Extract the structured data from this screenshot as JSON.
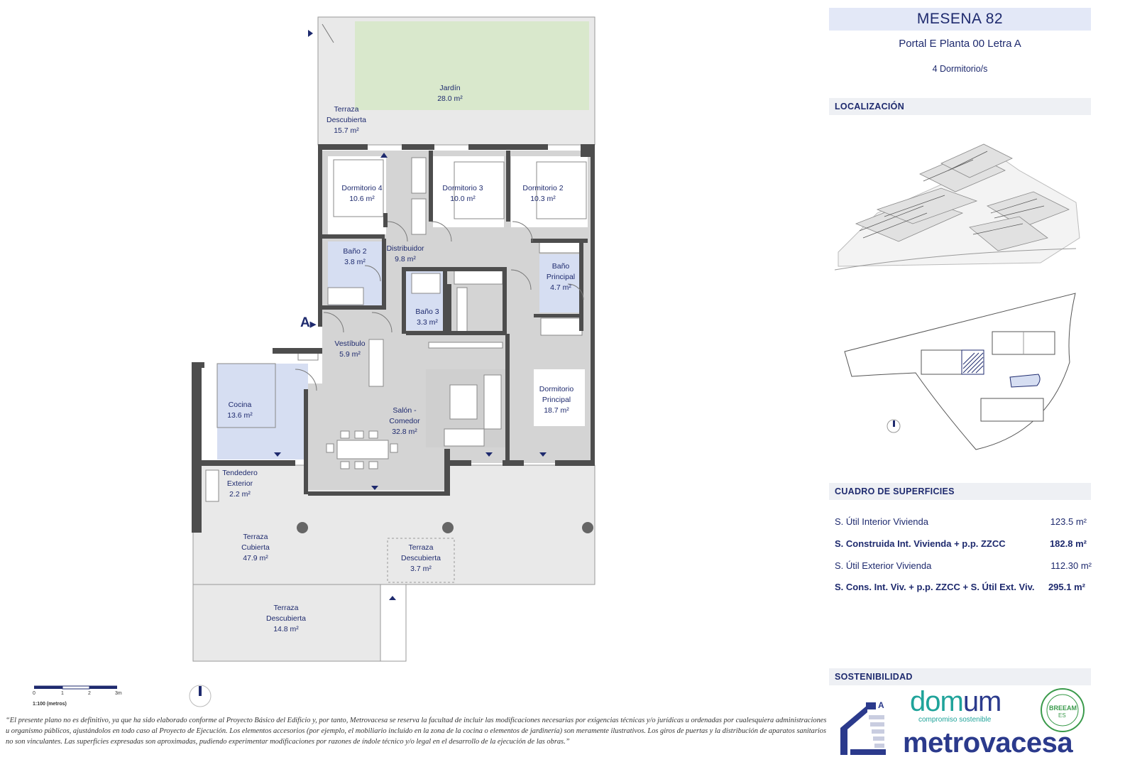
{
  "header": {
    "title": "MESENA 82",
    "subtitle": "Portal E Planta 00 Letra A",
    "bedrooms": "4 Dormitorio/s"
  },
  "sections": {
    "location": "LOCALIZACIÓN",
    "surfaces": "CUADRO DE SUPERFICIES",
    "sustainability": "SOSTENIBILIDAD"
  },
  "surfaces": [
    {
      "label": "S. Útil Interior Vivienda",
      "value": "123.5 m²",
      "bold": false
    },
    {
      "label": "S. Construida Int. Vivienda + p.p. ZZCC",
      "value": "182.8 m²",
      "bold": true
    },
    {
      "label": "S. Útil Exterior Vivienda",
      "value": "112.30 m²",
      "bold": false
    },
    {
      "label": "S. Cons. Int. Viv. + p.p. ZZCC + S. Útil Ext. Viv.",
      "value": "295.1 m²",
      "bold": true
    }
  ],
  "rooms": {
    "jardin": "Jardín\n28.0 m²",
    "terraza_desc_top": "Terraza\nDescubierta\n15.7 m²",
    "dormitorio4": "Dormitorio 4\n10.6 m²",
    "dormitorio3": "Dormitorio 3\n10.0 m²",
    "dormitorio2": "Dormitorio 2\n10.3 m²",
    "bano2": "Baño 2\n3.8 m²",
    "distribuidor": "Distribuidor\n9.8 m²",
    "bano_principal": "Baño\nPrincipal\n4.7 m²",
    "bano3": "Baño 3\n3.3 m²",
    "vestibulo": "Vestíbulo\n5.9 m²",
    "cocina": "Cocina\n13.6 m²",
    "salon": "Salón -\nComedor\n32.8 m²",
    "dormitorio_principal": "Dormitorio\nPrincipal\n18.7 m²",
    "tendedero": "Tendedero\nExterior\n2.2 m²",
    "terraza_cubierta": "Terraza\nCubierta\n47.9 m²",
    "terraza_desc_mid": "Terraza\nDescubierta\n3.7 m²",
    "terraza_desc_bottom": "Terraza\nDescubierta\n14.8 m²"
  },
  "entrance_marker": "A",
  "scale": {
    "ticks": [
      "0",
      "1",
      "2",
      "3m"
    ],
    "label": "1:100 (metros)"
  },
  "disclaimer": "“El presente plano no es definitivo, ya que ha sido elaborado conforme al Proyecto Básico del Edificio y, por tanto, Metrovacesa se reserva la facultad de incluir las modificaciones necesarias por exigencias técnicas y/o jurídicas u ordenadas por cualesquiera administraciones u organismo públicos, ajustándolos en todo caso al Proyecto de Ejecución. Los elementos accesorios (por ejemplo, el mobiliario incluido en la zona de la cocina o elementos de jardinería) son meramente ilustrativos. Los giros de puertas y la distribución de aparatos sanitarios no son vinculantes. Las superficies expresadas son aproximadas, pudiendo experimentar modificaciones por razones de índole técnico y/o legal en el desarrollo de la ejecución de las obras.”",
  "logos": {
    "domum": "domum",
    "domum_tag": "compromiso sostenible",
    "breeam": "BREEAM",
    "breeam_es": "ES",
    "metrovacesa": "metrovacesa",
    "metro_a": "A"
  },
  "colors": {
    "navy": "#1e2a6e",
    "garden": "#d9e8cc",
    "room_grey": "#d4d4d4",
    "wet_blue": "#d6def2",
    "terrace": "#e9e9e9",
    "wall": "#4d4d4d"
  },
  "icons": [
    "north-arrow-icon",
    "door-arrow-icon",
    "metrovacesa-house-icon",
    "breeam-seal-icon"
  ]
}
